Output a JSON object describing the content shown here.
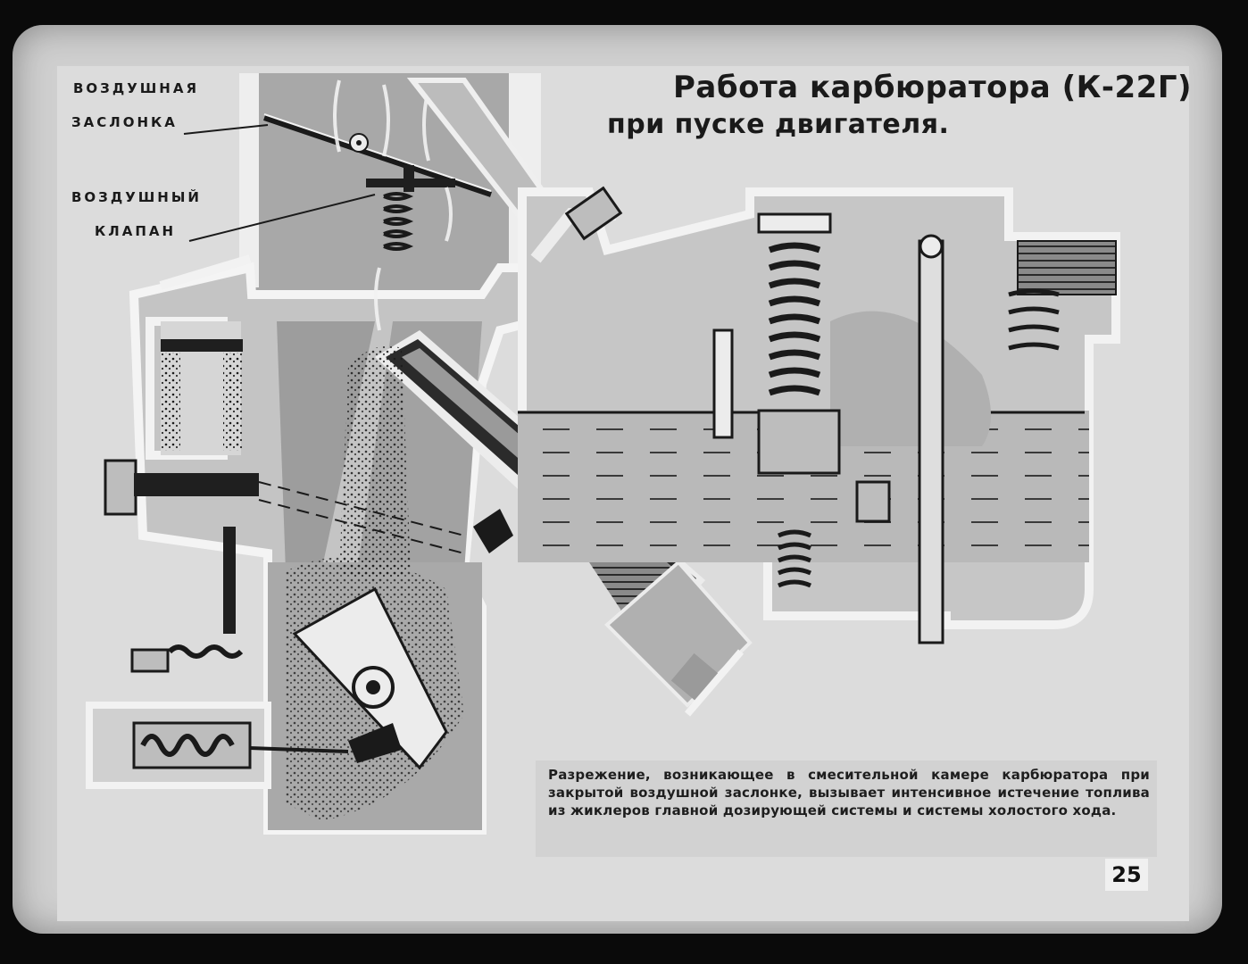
{
  "title": {
    "line1": "Работа карбюратора (К-22Г)",
    "line2": "при пуске двигателя."
  },
  "labels": {
    "air_choke_line1": "ВОЗДУШНАЯ",
    "air_choke_line2": "ЗАСЛОНКА",
    "air_valve_line1": "ВОЗДУШНЫЙ",
    "air_valve_line2": "КЛАПАН"
  },
  "caption": "Разрежение, возникающее в смесительной камере карбюратора при закрытой воздушной заслонке, вызывает интенсивное истечение топлива из жиклеров главной дозирующей системы и системы холостого хода.",
  "page_number": "25",
  "colors": {
    "background": "#0a0a0a",
    "slide": "#cfcfcf",
    "panel": "#dcdcdc",
    "metal": "#9a9a9a",
    "dark_metal": "#2a2a2a",
    "fuel": "#bdbdbd",
    "air_channel": "#f2f2f2"
  }
}
